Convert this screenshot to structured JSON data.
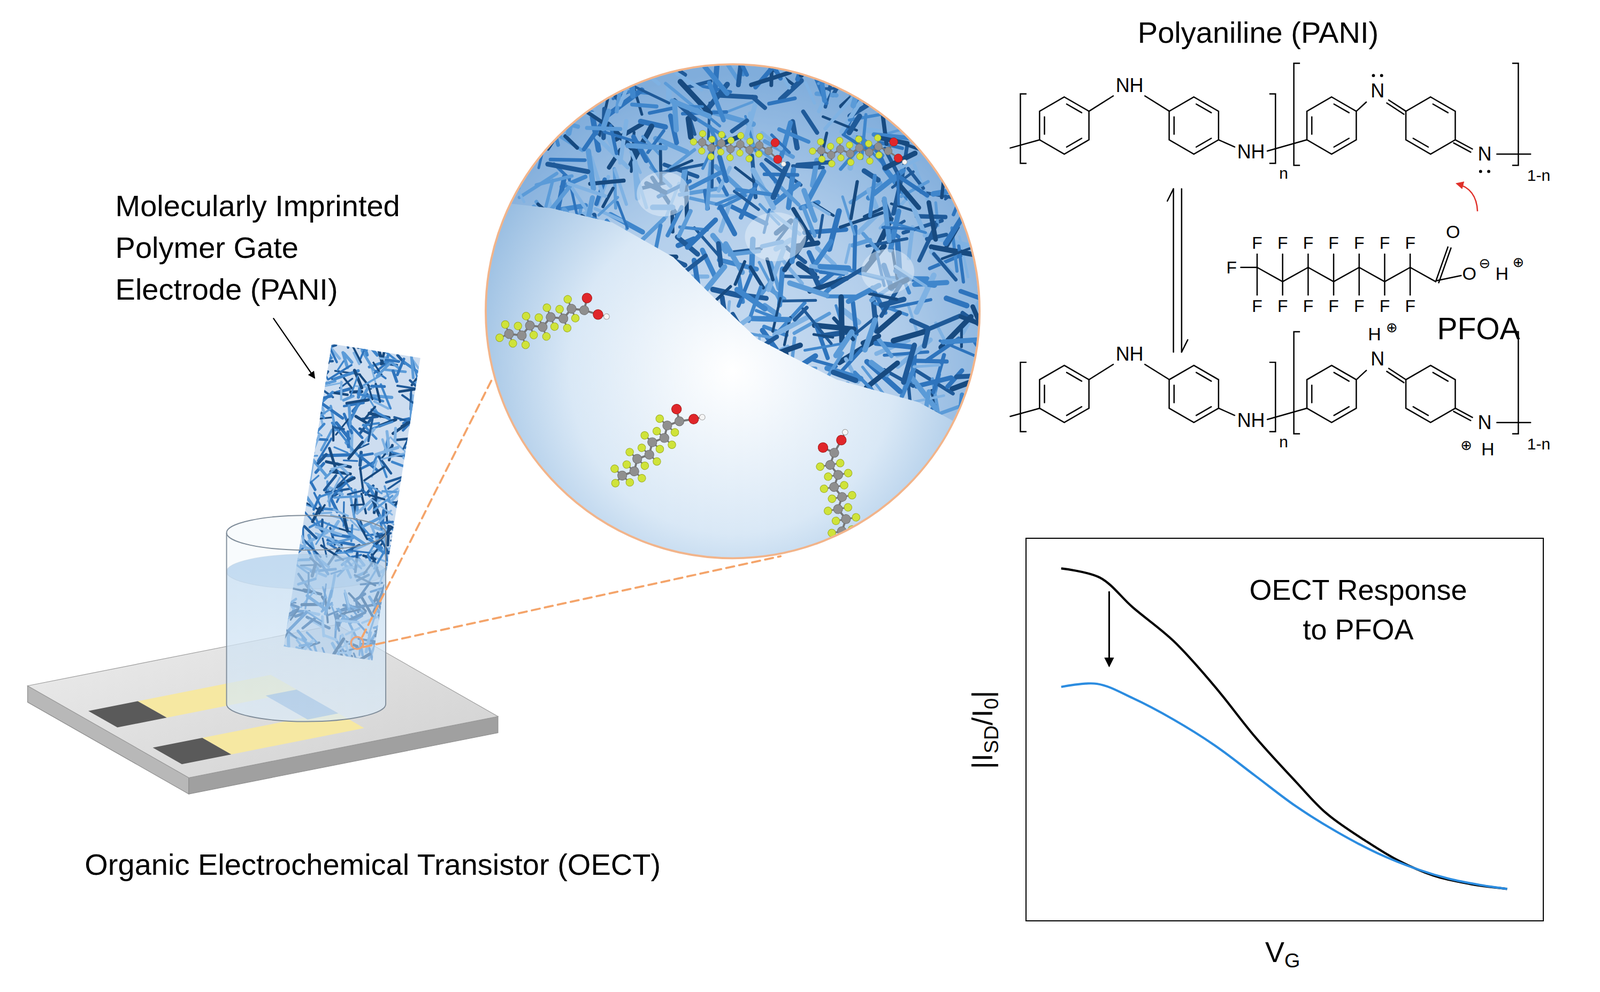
{
  "diagram": {
    "nodes": [
      {
        "text": [
          "OECT Response to PFOA"
        ]
      }
    ],
    "labels": [
      "Molecularly Imprinted Polymer Gate Electrode (PANI)",
      "Organic Electrochemical Transistor (OECT)",
      "Polyaniline (PANI)",
      "NH",
      "NH",
      "n",
      "N",
      "N",
      "1-n",
      "NH",
      "NH",
      "n",
      "H",
      "⊕",
      "N",
      "N",
      "⊕",
      "H",
      "1-n",
      "F",
      "F",
      "F",
      "F",
      "F",
      "F",
      "F",
      "F",
      "F",
      "F",
      "F",
      "F",
      "F",
      "F",
      "F",
      "O",
      "O",
      "⊖",
      "H",
      "⊕",
      "PFOA",
      "|I",
      "SD",
      "/I",
      "0",
      "|",
      "V",
      "G"
    ]
  }
}
